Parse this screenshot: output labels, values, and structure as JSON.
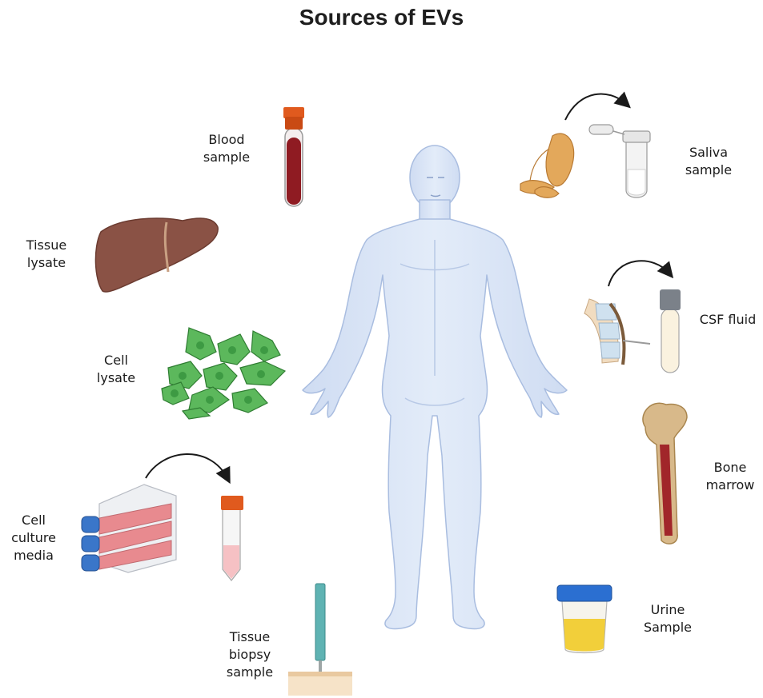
{
  "title": "Sources of EVs",
  "sources": {
    "blood": [
      "Blood",
      "sample"
    ],
    "tissue_lysate": [
      "Tissue",
      "lysate"
    ],
    "cell_lysate": [
      "Cell",
      "lysate"
    ],
    "cell_culture": [
      "Cell",
      "culture",
      "media"
    ],
    "biopsy": [
      "Tissue",
      "biopsy",
      "sample"
    ],
    "saliva": [
      "Saliva",
      "sample"
    ],
    "csf": [
      "CSF fluid"
    ],
    "bone_marrow": [
      "Bone",
      "marrow"
    ],
    "urine": [
      "Urine",
      "Sample"
    ]
  },
  "colors": {
    "body": "#dbe6f7",
    "body_outline": "#a9bde0",
    "blood": "#8f1b22",
    "cap": "#e05a1e",
    "liver": "#8a5245",
    "cells": "#5cb85c",
    "flask_media": "#e88a8f",
    "flask_cap": "#3a76c9",
    "urine": "#f2cf3a",
    "urine_cap": "#2b6fd1",
    "bone": "#d8b98a",
    "marrow": "#a1262a",
    "saliva_gland": "#e3a85b"
  }
}
